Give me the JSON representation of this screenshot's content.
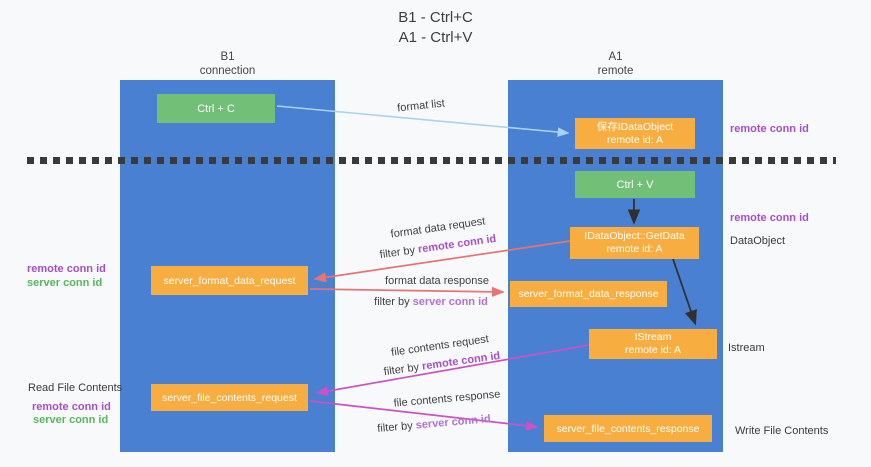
{
  "title": {
    "line1": "B1 - Ctrl+C",
    "line2": "A1 - Ctrl+V"
  },
  "lifelines": {
    "left": {
      "name": "B1",
      "role": "connection"
    },
    "right": {
      "name": "A1",
      "role": "remote"
    }
  },
  "nodes": {
    "ctrl_c": {
      "label": "Ctrl + C"
    },
    "ctrl_v": {
      "label": "Ctrl + V"
    },
    "save_idataobject": {
      "line1": "保存IDataObject",
      "line2": "remote id: A"
    },
    "getdata": {
      "line1": "IDataObject::GetData",
      "line2": "remote id: A"
    },
    "istream": {
      "line1": "IStream",
      "line2": "remote id: A"
    },
    "server_format_data_request": {
      "label": "server_format_data_request"
    },
    "server_format_data_response": {
      "label": "server_format_data_response"
    },
    "server_file_contents_request": {
      "label": "server_file_contents_request"
    },
    "server_file_contents_response": {
      "label": "server_file_contents_response"
    }
  },
  "annotations": {
    "remote_conn_id": "remote conn id",
    "server_conn_id": "server conn id",
    "dataobject": "DataObject",
    "istream": "Istream",
    "read_file_contents": "Read File Contents",
    "write_file_contents": "Write File Contents"
  },
  "arrow_labels": {
    "format_list": "format list",
    "format_data_request": "format data request",
    "format_data_response": "format data response",
    "file_contents_request": "file contents request",
    "file_contents_response": "file contents response",
    "filter_by": "filter by"
  },
  "colors": {
    "column_blue": "#4a80d2",
    "box_green": "#72c077",
    "box_orange": "#f8ad40",
    "arrow_lightblue": "#a9d2ee",
    "arrow_red": "#e87373",
    "arrow_magenta": "#c952c6",
    "arrow_black": "#303030",
    "text_purple": "#a64fc6",
    "text_violet": "#b470d2",
    "text_green": "#58b65c"
  }
}
